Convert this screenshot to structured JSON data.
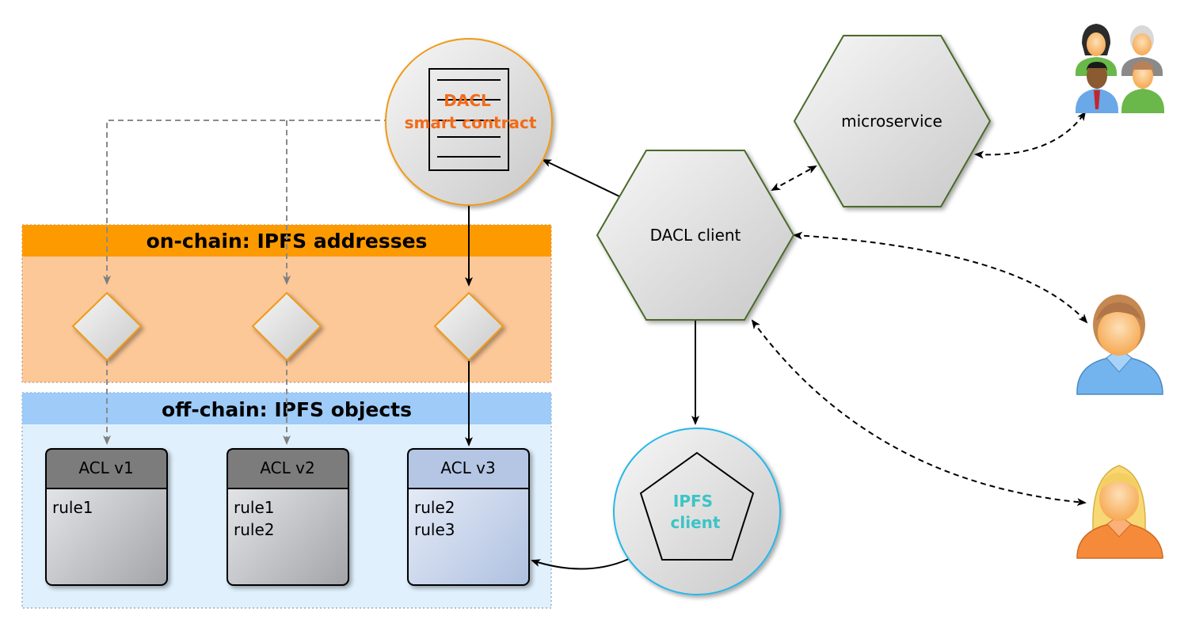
{
  "regions": {
    "onchain_title": "on-chain: IPFS addresses",
    "offchain_title": "off-chain: IPFS objects"
  },
  "contract": {
    "line1": "DACL",
    "line2": "smart contract"
  },
  "dacl_client": {
    "label": "DACL client"
  },
  "microservice": {
    "label": "microservice"
  },
  "ipfs_client": {
    "line1": "IPFS",
    "line2": "client"
  },
  "acls": [
    {
      "title": "ACL v1",
      "rules": [
        "rule1"
      ]
    },
    {
      "title": "ACL v2",
      "rules": [
        "rule1",
        "rule2"
      ]
    },
    {
      "title": "ACL v3",
      "rules": [
        "rule2",
        "rule3"
      ]
    }
  ],
  "colors": {
    "onchain_header": "#fd9a00",
    "onchain_body": "#fdc898",
    "offchain_header": "#9ecbf8",
    "offchain_body": "#e0f1fd",
    "contract_text": "#f26b18",
    "ipfs_text": "#3cc4c6",
    "ipfs_border": "#27b8e8",
    "hex_border": "#4b6a2a"
  }
}
